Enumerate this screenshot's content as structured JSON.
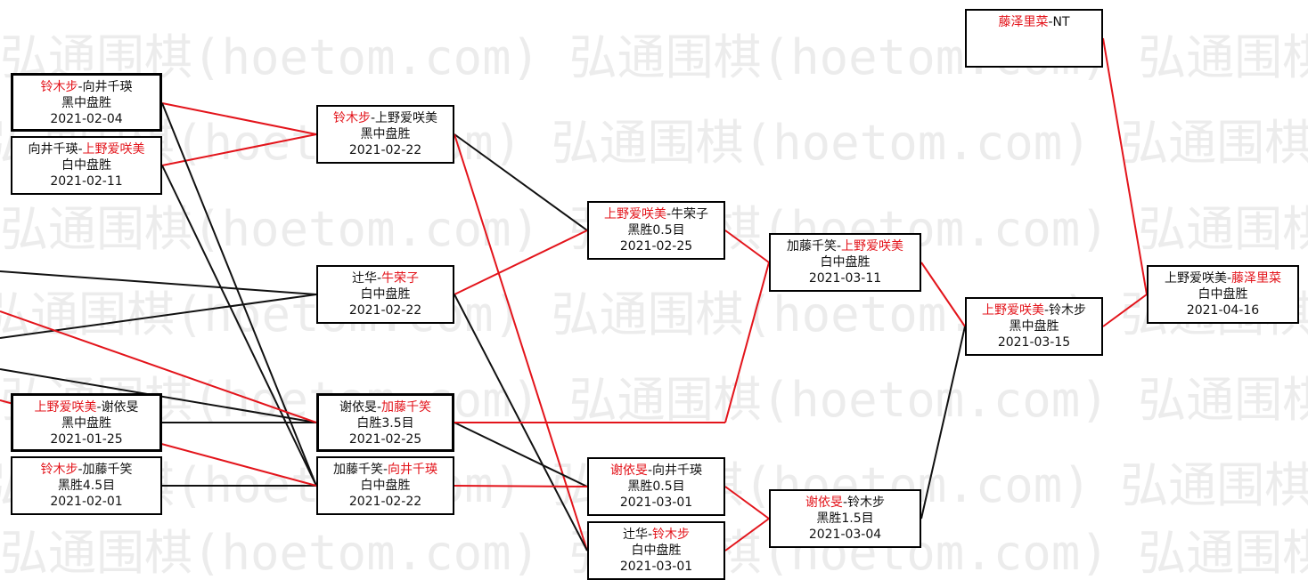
{
  "watermark": "弘通围棋(hoetom.com)",
  "colors": {
    "winner": "#e3141b",
    "loser": "#111111",
    "border": "#000000",
    "watermark": "#ececec"
  },
  "games": [
    {
      "id": "g1",
      "black": "铃木步",
      "white": "向井千瑛",
      "winner": "black",
      "result": "黑中盘胜",
      "date": "2021-02-04"
    },
    {
      "id": "g2",
      "black": "向井千瑛",
      "white": "上野爱咲美",
      "winner": "white",
      "result": "白中盘胜",
      "date": "2021-02-11"
    },
    {
      "id": "g3",
      "black": "上野爱咲美",
      "white": "谢依旻",
      "winner": "black",
      "result": "黑中盘胜",
      "date": "2021-01-25"
    },
    {
      "id": "g4",
      "black": "铃木步",
      "white": "加藤千笑",
      "winner": "black",
      "result": "黑胜4.5目",
      "date": "2021-02-01"
    },
    {
      "id": "g5",
      "black": "铃木步",
      "white": "上野爱咲美",
      "winner": "black",
      "result": "黑中盘胜",
      "date": "2021-02-22"
    },
    {
      "id": "g6",
      "black": "辻华",
      "white": "牛荣子",
      "winner": "white",
      "result": "白中盘胜",
      "date": "2021-02-22"
    },
    {
      "id": "g7",
      "black": "谢依旻",
      "white": "加藤千笑",
      "winner": "white",
      "result": "白胜3.5目",
      "date": "2021-02-25"
    },
    {
      "id": "g8",
      "black": "加藤千笑",
      "white": "向井千瑛",
      "winner": "white",
      "result": "白中盘胜",
      "date": "2021-02-22"
    },
    {
      "id": "g9",
      "black": "上野爱咲美",
      "white": "牛荣子",
      "winner": "black",
      "result": "黑胜0.5目",
      "date": "2021-02-25"
    },
    {
      "id": "g10",
      "black": "谢依旻",
      "white": "向井千瑛",
      "winner": "black",
      "result": "黑胜0.5目",
      "date": "2021-03-01"
    },
    {
      "id": "g11",
      "black": "辻华",
      "white": "铃木步",
      "winner": "white",
      "result": "白中盘胜",
      "date": "2021-03-01"
    },
    {
      "id": "g12",
      "black": "加藤千笑",
      "white": "上野爱咲美",
      "winner": "white",
      "result": "白中盘胜",
      "date": "2021-03-11"
    },
    {
      "id": "g13",
      "black": "谢依旻",
      "white": "铃木步",
      "winner": "black",
      "result": "黑胜1.5目",
      "date": "2021-03-04"
    },
    {
      "id": "g14",
      "black": "上野爱咲美",
      "white": "铃木步",
      "winner": "black",
      "result": "黑中盘胜",
      "date": "2021-03-15"
    },
    {
      "id": "g15",
      "black": "藤泽里菜",
      "white": "NT",
      "winner": "black",
      "result": "",
      "date": ""
    },
    {
      "id": "g16",
      "black": "上野爱咲美",
      "white": "藤泽里菜",
      "winner": "white",
      "result": "白中盘胜",
      "date": "2021-04-16"
    }
  ]
}
